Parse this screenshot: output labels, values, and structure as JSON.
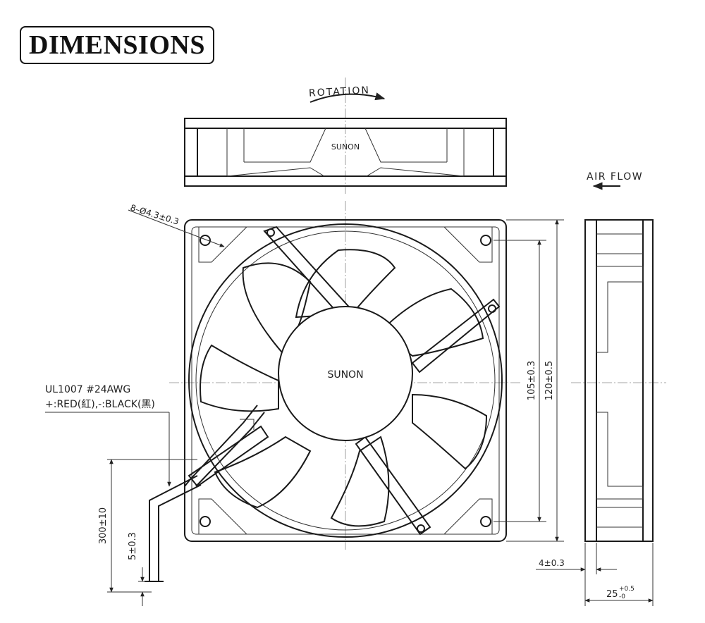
{
  "header": {
    "title": "DIMENSIONS"
  },
  "top_view": {
    "rotation_label": "ROTATION",
    "brand": "SUNON"
  },
  "front_view": {
    "hole_callout": "8–Ø4.3±0.3",
    "hub_brand": "SUNON",
    "cable_spec_line1": "UL1007 #24AWG",
    "cable_spec_line2": "+:RED(紅),-:BLACK(黑)",
    "hole_pitch": "105±0.3",
    "frame_size": "120±0.5",
    "lead_length": "300±10",
    "strip_length": "5±0.3"
  },
  "side_view": {
    "airflow_label": "AIR FLOW",
    "flange_thickness": "4±0.3",
    "depth_main": "25",
    "depth_tol_plus": "+0.5",
    "depth_tol_minus": "-0"
  }
}
